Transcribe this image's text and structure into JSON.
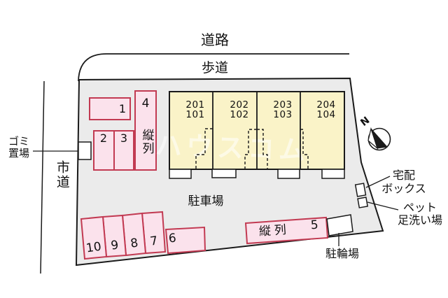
{
  "labels": {
    "road": "道路",
    "sidewalk": "歩道",
    "city_road": "市道",
    "garbage_line1": "ゴミ",
    "garbage_line2": "置場",
    "parking_lot": "駐車場",
    "bicycle_parking": "駐輪場",
    "delivery_line1": "宅配",
    "delivery_line2": "ボックス",
    "pet_line1": "ペット",
    "pet_line2": "足洗い場",
    "north": "N",
    "tandem": "縦列",
    "watermark": "ハウスコム"
  },
  "building": {
    "units": [
      {
        "upper": "201",
        "lower": "101"
      },
      {
        "upper": "202",
        "lower": "102"
      },
      {
        "upper": "203",
        "lower": "103"
      },
      {
        "upper": "204",
        "lower": "104"
      }
    ]
  },
  "parking": {
    "spaces": [
      "1",
      "2",
      "3",
      "4",
      "5",
      "6",
      "7",
      "8",
      "9",
      "10"
    ]
  },
  "colors": {
    "site_fill": "#ebebeb",
    "building_fill": "#faf3c8",
    "space_fill": "#fbe2ec",
    "space_border": "#c23a52",
    "line": "#1a1a1a"
  }
}
